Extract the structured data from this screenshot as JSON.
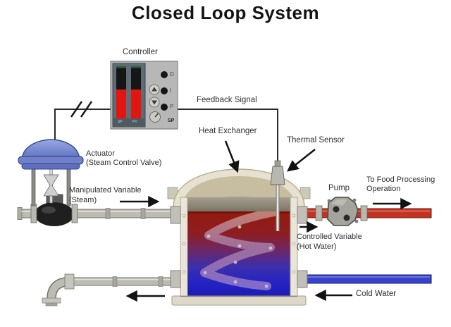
{
  "title": "Closed Loop System",
  "labels": {
    "controller": "Controller",
    "feedback_signal": "Feedback Signal",
    "heat_exchanger": "Heat Exchanger",
    "thermal_sensor": "Thermal Sensor",
    "actuator1": "Actuator",
    "actuator2": "(Steam Control Valve)",
    "manipulated1": "Manipulated Variable",
    "manipulated2": "(Steam)",
    "pump": "Pump",
    "food1": "To Food Processing",
    "food2": "Operation",
    "controlled1": "Controlled Variable",
    "controlled2": "(Hot Water)",
    "cold_water": "Cold Water"
  },
  "controller_panel": {
    "button_d": "D",
    "button_i": "I",
    "button_p": "P",
    "sp_label": "SP",
    "bar_left_label": "SP",
    "bar_right_label": "PV",
    "bar_level_percent": 55
  },
  "colors": {
    "hot_water": "#c23522",
    "cold_water": "#3743cd",
    "steam_pipe": "#bcbcb3",
    "bar_red": "#e21510",
    "actuator_blue": "#7081ca",
    "text": "#2f2f2f"
  }
}
